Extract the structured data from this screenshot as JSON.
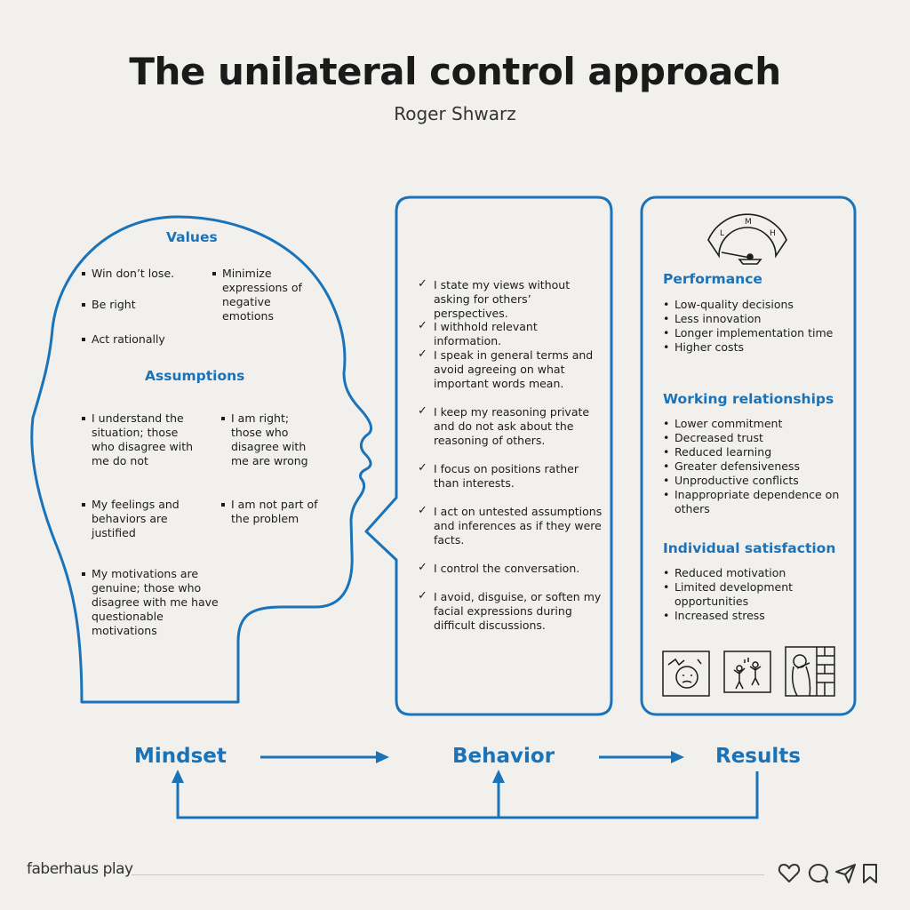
{
  "title": "The unilateral control approach",
  "subtitle": "Roger Shwarz",
  "mindset": {
    "values_heading": "Values",
    "values": [
      "Win don’t lose.",
      "Be right",
      "Act rationally",
      "Minimize expressions of negative emotions"
    ],
    "assumptions_heading": "Assumptions",
    "assumptions": [
      "I understand the situation; those who disagree with me do not",
      "I am right; those who disagree with me are wrong",
      "My feelings and behaviors are justified",
      "I am not part of the problem",
      "My motivations are genuine; those who disagree with me have questionable motivations"
    ]
  },
  "behavior": {
    "items": [
      "I state my views without asking for others’ perspectives.",
      "I withhold relevant information.",
      "I speak in general terms and avoid agreeing on what important words mean.",
      "I keep my reasoning private and do not ask about the reasoning of others.",
      "I focus on positions rather than interests.",
      "I act on untested assumptions and inferences as if they were facts.",
      "I control the conversation.",
      "I avoid, disguise, or soften my facial expressions during difficult discussions."
    ]
  },
  "results": {
    "gauge_letters": [
      "L",
      "M",
      "H"
    ],
    "performance_heading": "Performance",
    "performance": [
      "Low-quality decisions",
      "Less innovation",
      "Longer implementation time",
      "Higher costs"
    ],
    "relationships_heading": "Working relationships",
    "relationships": [
      "Lower commitment",
      "Decreased trust",
      "Reduced learning",
      "Greater defensiveness",
      "Unproductive conflicts",
      "Inappropriate dependence on others"
    ],
    "satisfaction_heading": "Individual satisfaction",
    "satisfaction": [
      "Reduced motivation",
      "Limited development opportunities",
      "Increased stress"
    ]
  },
  "flow": {
    "mindset": "Mindset",
    "behavior": "Behavior",
    "results": "Results"
  },
  "footer": {
    "brand": "faberhaus play"
  },
  "colors": {
    "accent": "#1a73b8",
    "background": "#f1f0ed",
    "text": "#1c1c1c"
  },
  "icons": [
    "heart-icon",
    "comment-icon",
    "send-icon",
    "bookmark-icon"
  ]
}
